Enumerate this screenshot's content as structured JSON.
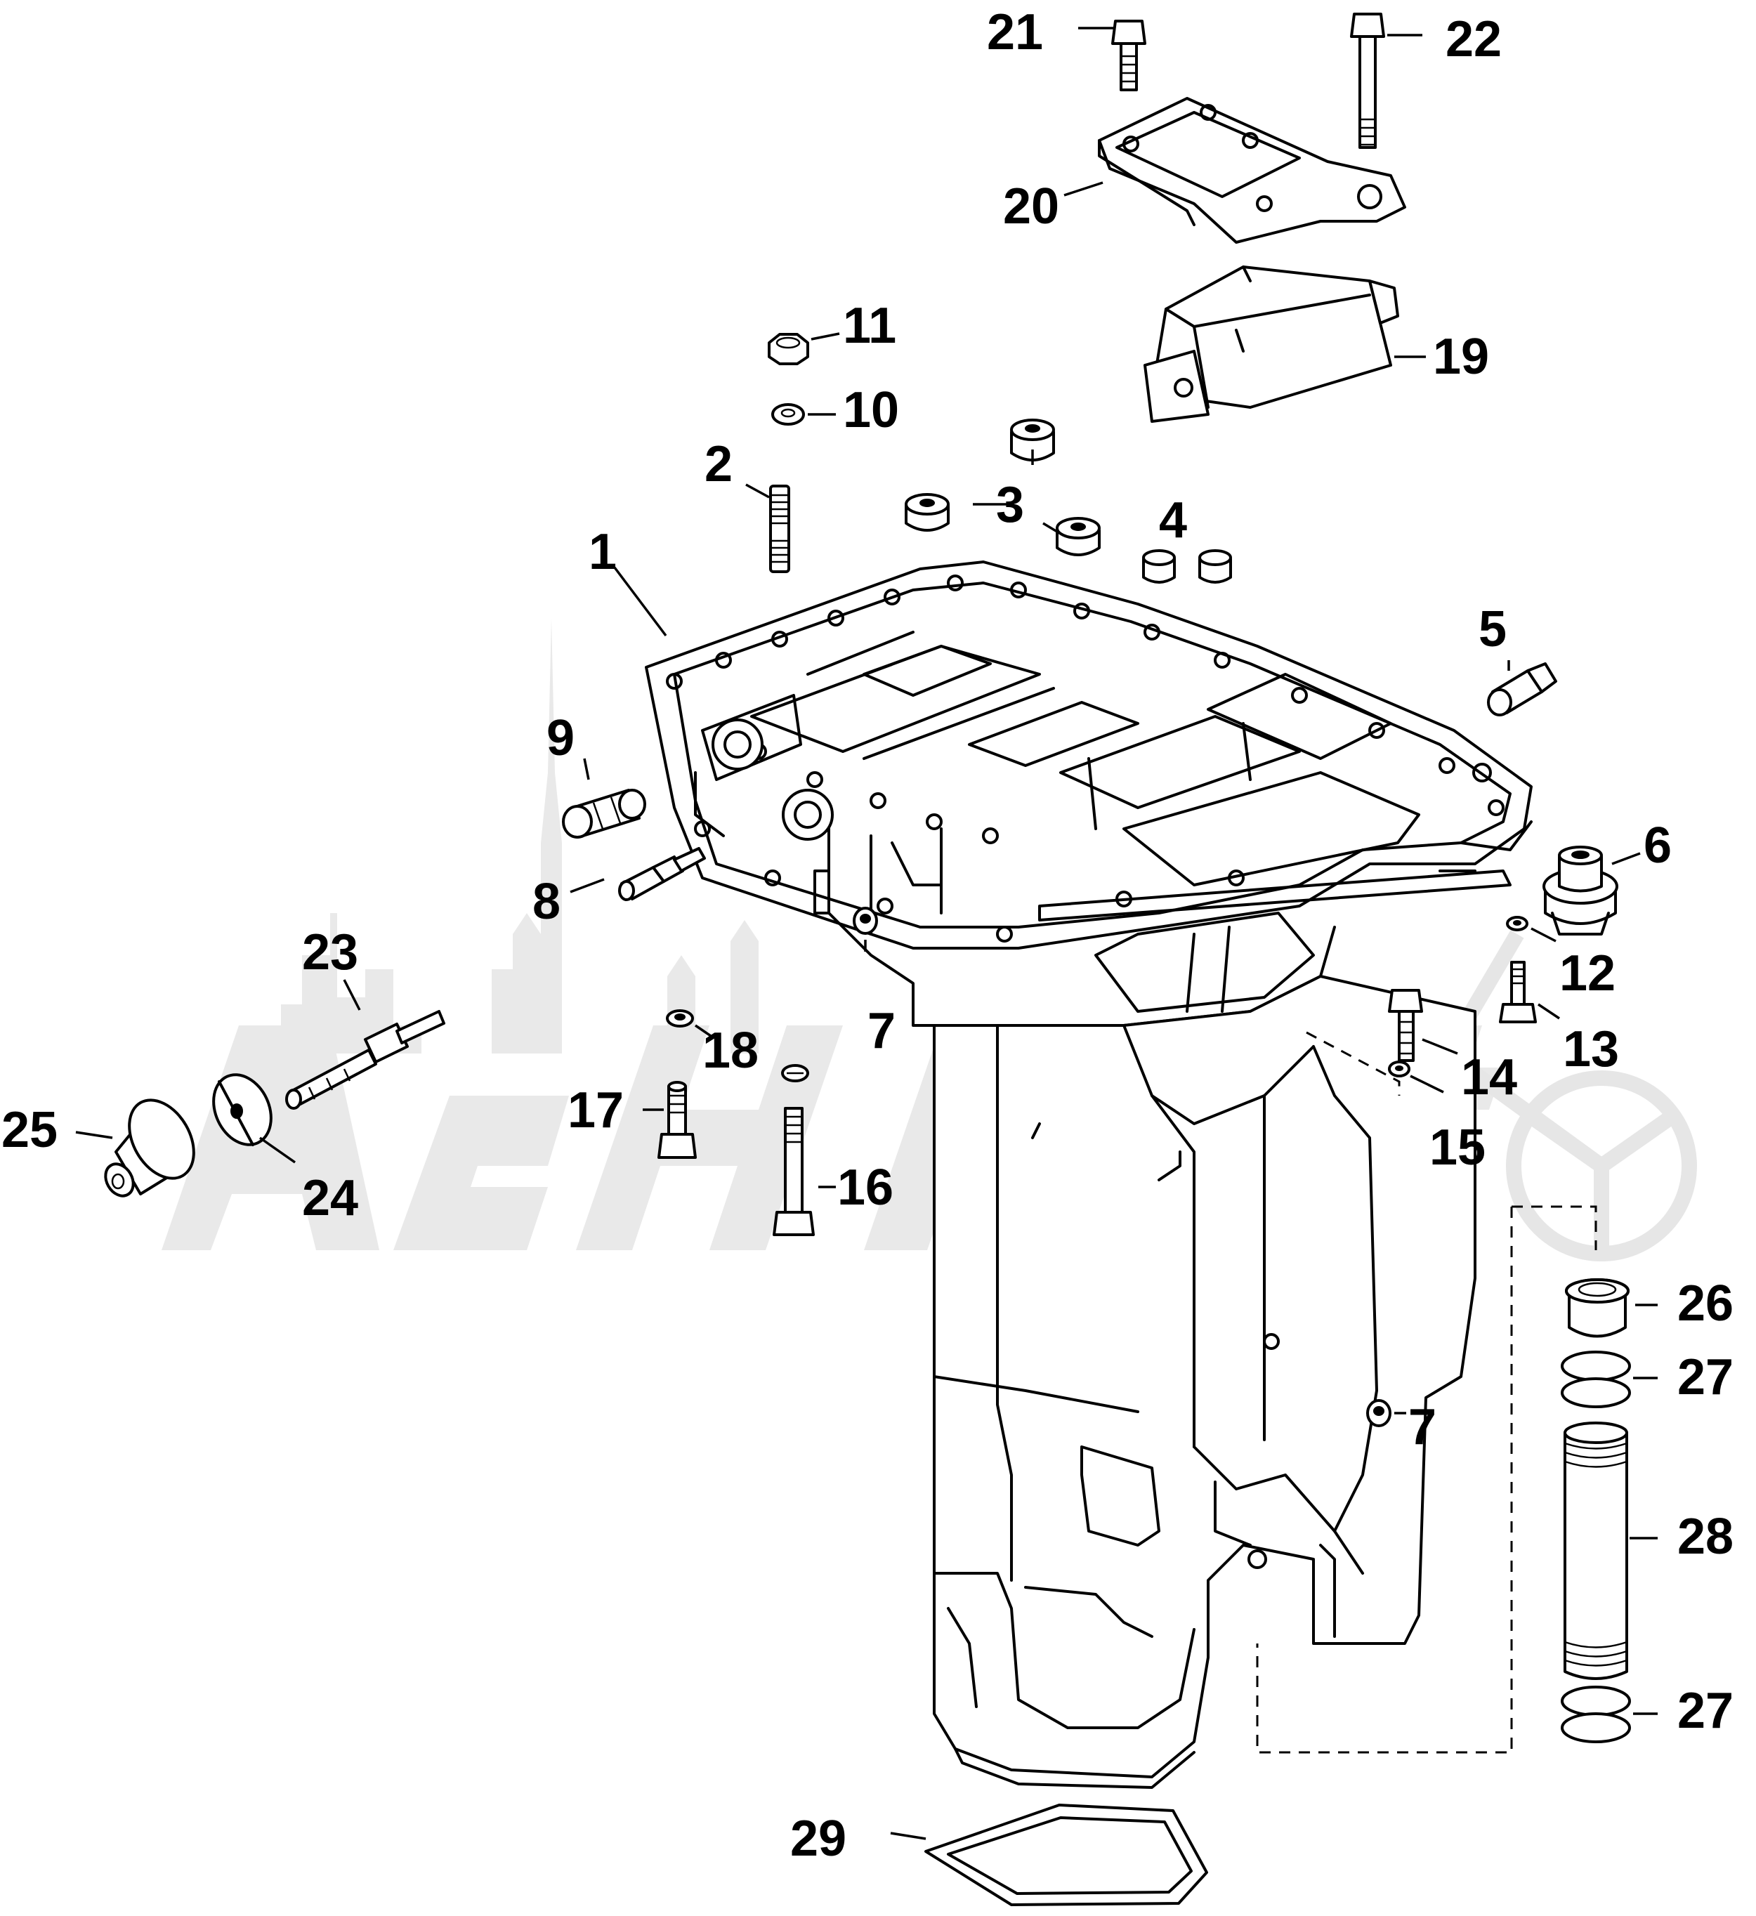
{
  "watermark": {
    "text": "AehMoto"
  },
  "callouts": [
    {
      "id": "1",
      "text": "1"
    },
    {
      "id": "2",
      "text": "2"
    },
    {
      "id": "3",
      "text": "3"
    },
    {
      "id": "4",
      "text": "4"
    },
    {
      "id": "5",
      "text": "5"
    },
    {
      "id": "6",
      "text": "6"
    },
    {
      "id": "7a",
      "text": "7"
    },
    {
      "id": "7b",
      "text": "7"
    },
    {
      "id": "8",
      "text": "8"
    },
    {
      "id": "9",
      "text": "9"
    },
    {
      "id": "10",
      "text": "10"
    },
    {
      "id": "11",
      "text": "11"
    },
    {
      "id": "12",
      "text": "12"
    },
    {
      "id": "13",
      "text": "13"
    },
    {
      "id": "14",
      "text": "14"
    },
    {
      "id": "15",
      "text": "15"
    },
    {
      "id": "16",
      "text": "16"
    },
    {
      "id": "17",
      "text": "17"
    },
    {
      "id": "18",
      "text": "18"
    },
    {
      "id": "19",
      "text": "19"
    },
    {
      "id": "20",
      "text": "20"
    },
    {
      "id": "21",
      "text": "21"
    },
    {
      "id": "22",
      "text": "22"
    },
    {
      "id": "23",
      "text": "23"
    },
    {
      "id": "24",
      "text": "24"
    },
    {
      "id": "25",
      "text": "25"
    },
    {
      "id": "26",
      "text": "26"
    },
    {
      "id": "27a",
      "text": "27"
    },
    {
      "id": "27b",
      "text": "27"
    },
    {
      "id": "28",
      "text": "28"
    },
    {
      "id": "29",
      "text": "29"
    }
  ]
}
